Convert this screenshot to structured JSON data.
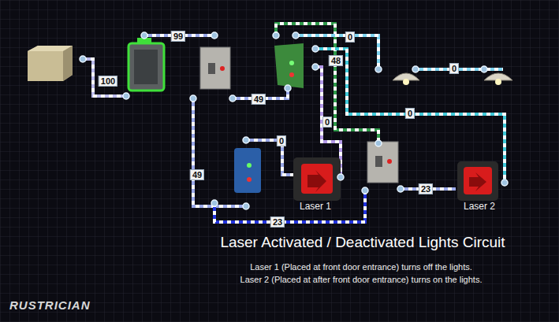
{
  "diagram": {
    "title": "Laser Activated / Deactivated Lights Circuit",
    "nodes": [
      {
        "text": [
          "Laser 1"
        ]
      },
      {
        "text": [
          "Laser 2"
        ]
      }
    ],
    "labels": [
      "99",
      "0",
      "48",
      "0",
      "100",
      "49",
      "0",
      "0",
      "0",
      "49",
      "23",
      "23",
      "Laser 1 (Placed at front door entrance) turns off the lights.",
      "Laser 2 (Placed at after front door entrance) turns on the lights.",
      "RUSTRICIAN"
    ]
  }
}
